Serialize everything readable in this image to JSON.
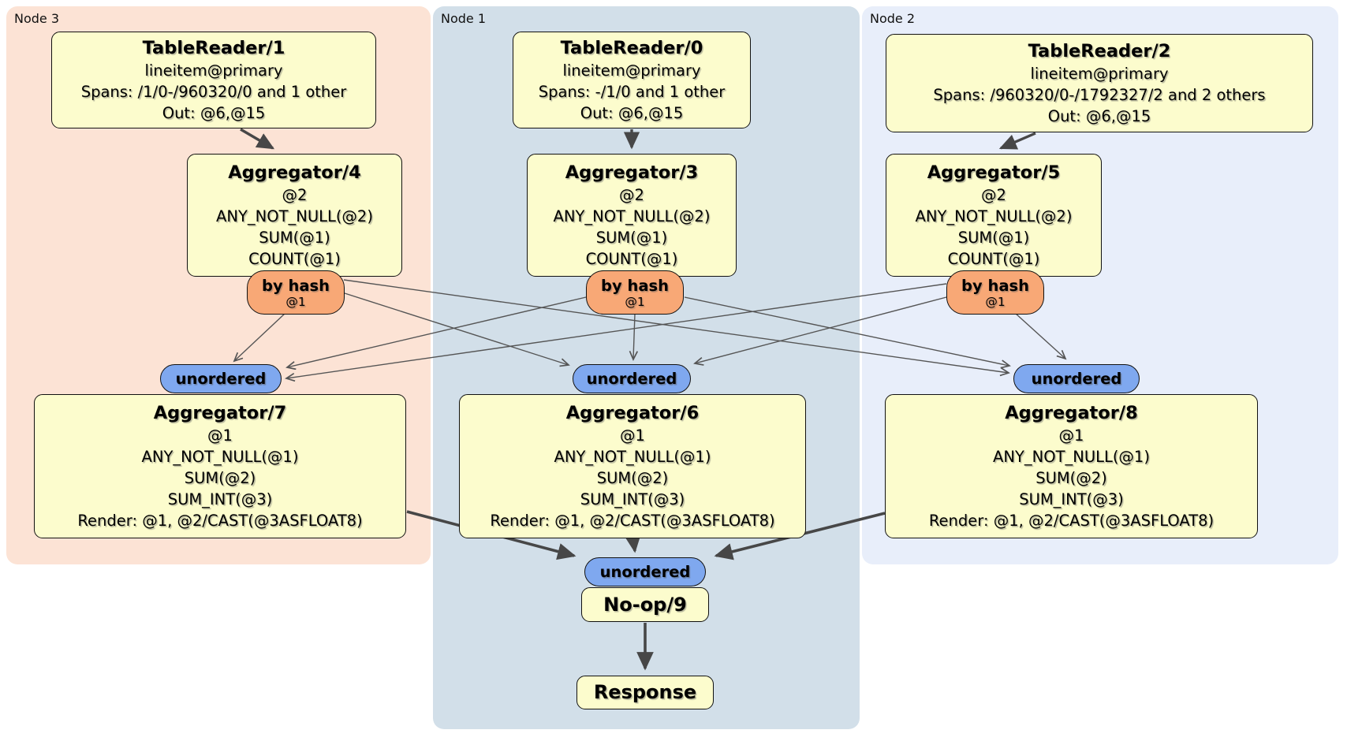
{
  "groups": [
    {
      "label": "Node 3"
    },
    {
      "label": "Node 1"
    },
    {
      "label": "Node 2"
    }
  ],
  "processors": {
    "tablereader1": {
      "title": "TableReader/1",
      "lines": [
        "lineitem@primary",
        "Spans: /1/0-/960320/0 and 1 other",
        "Out: @6,@15"
      ]
    },
    "tablereader0": {
      "title": "TableReader/0",
      "lines": [
        "lineitem@primary",
        "Spans: -/1/0 and 1 other",
        "Out: @6,@15"
      ]
    },
    "tablereader2": {
      "title": "TableReader/2",
      "lines": [
        "lineitem@primary",
        "Spans: /960320/0-/1792327/2 and 2 others",
        "Out: @6,@15"
      ]
    },
    "aggregator4": {
      "title": "Aggregator/4",
      "lines": [
        "@2",
        "ANY_NOT_NULL(@2)",
        "SUM(@1)",
        "COUNT(@1)"
      ]
    },
    "aggregator3": {
      "title": "Aggregator/3",
      "lines": [
        "@2",
        "ANY_NOT_NULL(@2)",
        "SUM(@1)",
        "COUNT(@1)"
      ]
    },
    "aggregator5": {
      "title": "Aggregator/5",
      "lines": [
        "@2",
        "ANY_NOT_NULL(@2)",
        "SUM(@1)",
        "COUNT(@1)"
      ]
    },
    "aggregator7": {
      "title": "Aggregator/7",
      "lines": [
        "@1",
        "ANY_NOT_NULL(@1)",
        "SUM(@2)",
        "SUM_INT(@3)",
        "Render: @1, @2/CAST(@3ASFLOAT8)"
      ]
    },
    "aggregator6": {
      "title": "Aggregator/6",
      "lines": [
        "@1",
        "ANY_NOT_NULL(@1)",
        "SUM(@2)",
        "SUM_INT(@3)",
        "Render: @1, @2/CAST(@3ASFLOAT8)"
      ]
    },
    "aggregator8": {
      "title": "Aggregator/8",
      "lines": [
        "@1",
        "ANY_NOT_NULL(@1)",
        "SUM(@2)",
        "SUM_INT(@3)",
        "Render: @1, @2/CAST(@3ASFLOAT8)"
      ]
    },
    "noop9": {
      "title": "No-op/9"
    },
    "response": {
      "title": "Response"
    }
  },
  "router": {
    "label": "by hash",
    "detail": "@1"
  },
  "sync": {
    "label": "unordered"
  },
  "colors": {
    "node3_bg": "#fce3d5",
    "node1_bg": "#d2dfe9",
    "node2_bg": "#e8eefa",
    "processor_bg": "#fcfccd",
    "router_bg": "#f8a876",
    "sync_bg": "#7fa8ef",
    "edge": "#4a4a4a"
  }
}
